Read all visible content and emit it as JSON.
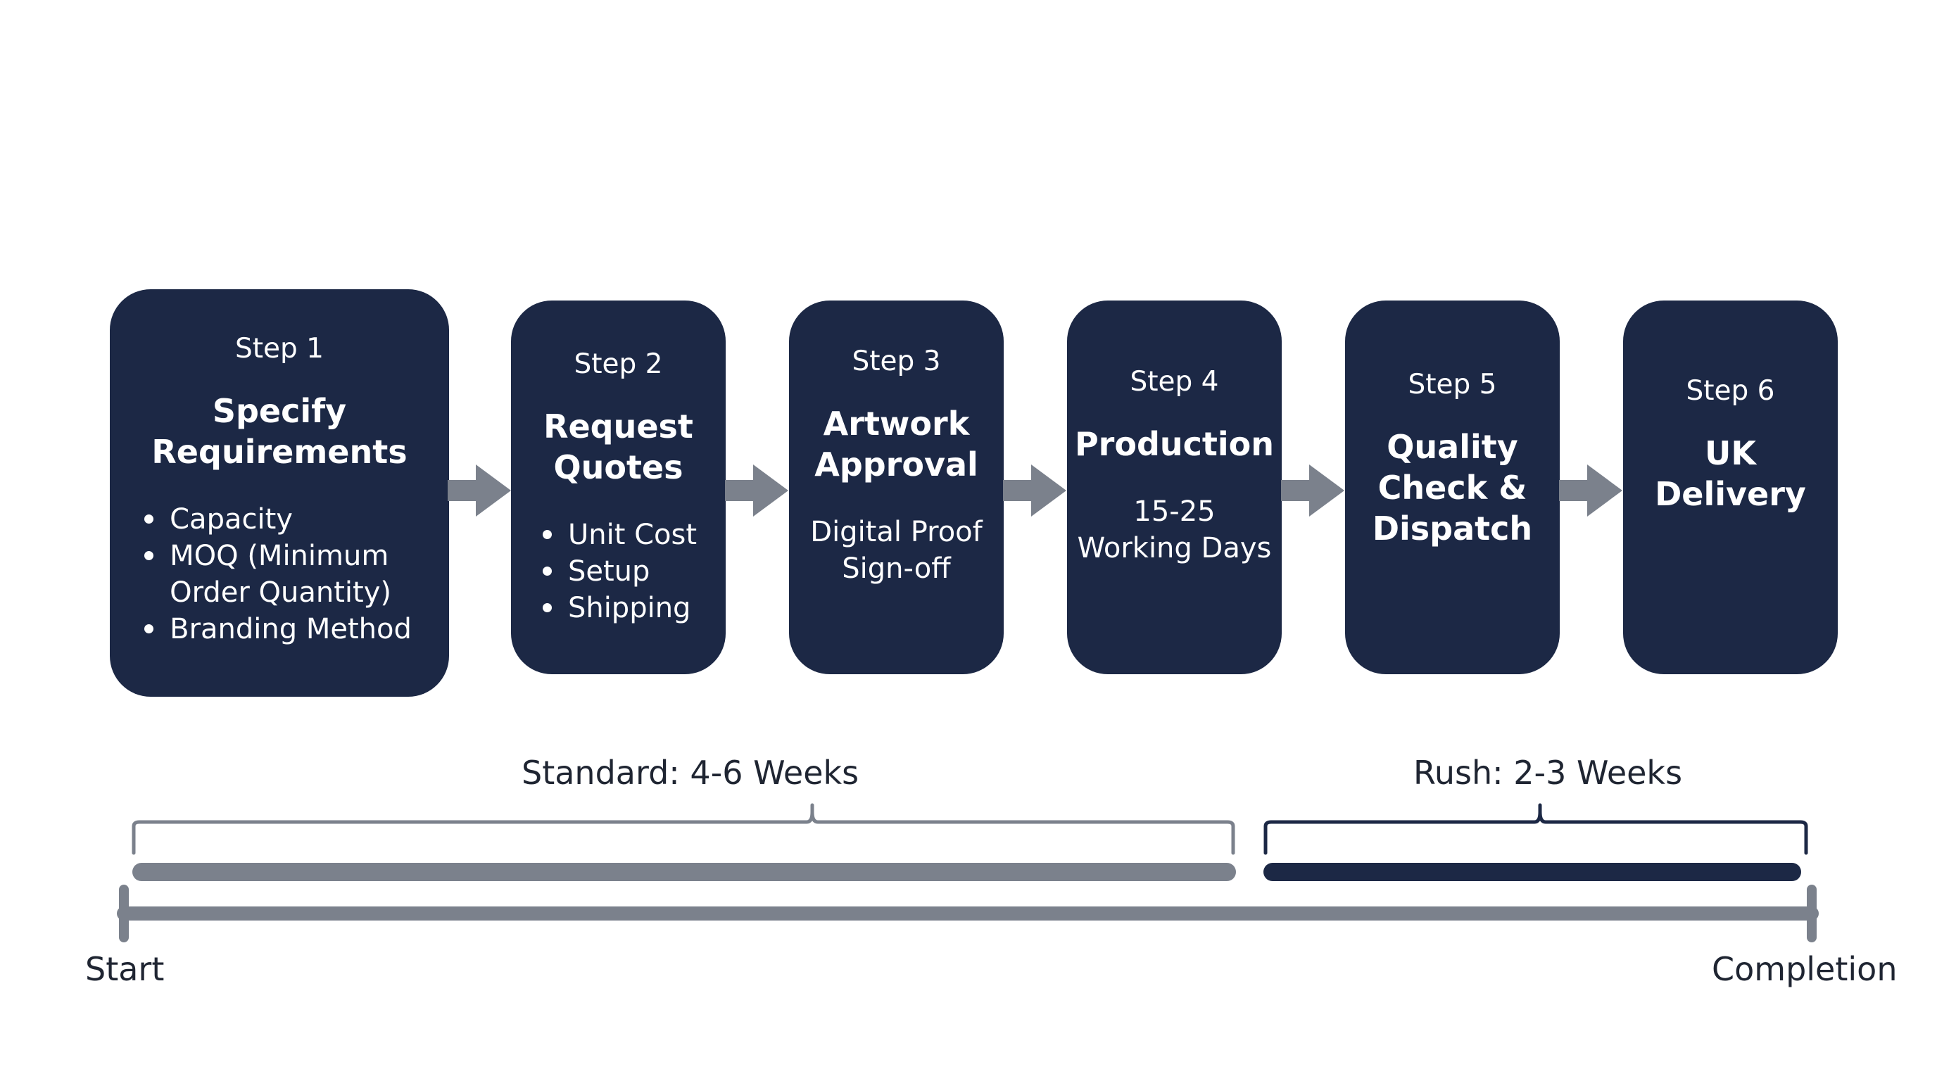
{
  "steps": [
    {
      "number": "Step 1",
      "title_lines": [
        "Specify",
        "Requirements"
      ],
      "bullets": [
        "Capacity",
        "MOQ (Minimum",
        "Order Quantity)",
        "Branding Method"
      ],
      "body_lines": []
    },
    {
      "number": "Step 2",
      "title_lines": [
        "Request",
        "Quotes"
      ],
      "bullets": [
        "Unit Cost",
        "Setup",
        "Shipping"
      ],
      "body_lines": []
    },
    {
      "number": "Step 3",
      "title_lines": [
        "Artwork",
        "Approval"
      ],
      "bullets": [],
      "body_lines": [
        "Digital Proof",
        "Sign-off"
      ]
    },
    {
      "number": "Step 4",
      "title_lines": [
        "Production"
      ],
      "bullets": [],
      "body_lines": [
        "15-25",
        "Working Days"
      ]
    },
    {
      "number": "Step 5",
      "title_lines": [
        "Quality",
        "Check &",
        "Dispatch"
      ],
      "bullets": [],
      "body_lines": []
    },
    {
      "number": "Step 6",
      "title_lines": [
        "UK",
        "Delivery"
      ],
      "bullets": [],
      "body_lines": []
    }
  ],
  "timeline": {
    "standard_label": "Standard: 4-6 Weeks",
    "rush_label": "Rush: 2-3 Weeks",
    "start_label": "Start",
    "end_label": "Completion"
  },
  "colors": {
    "box": "#1c2845",
    "arrow": "#7b818c",
    "standard_bar": "#7b818c",
    "rush_bar": "#1c2845",
    "axis": "#7b818c"
  }
}
